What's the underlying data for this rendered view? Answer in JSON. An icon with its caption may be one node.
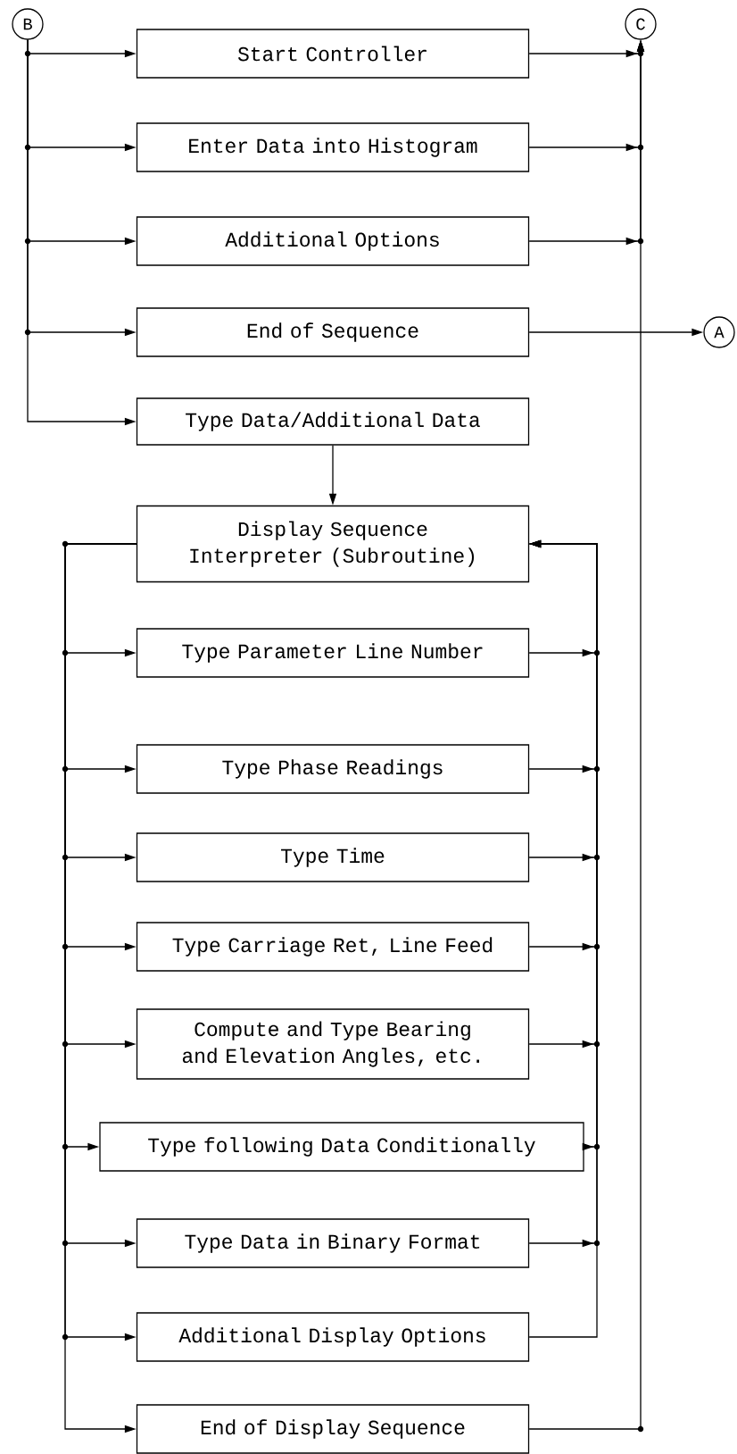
{
  "diagram": {
    "nodes": [
      {
        "text": [
          "B"
        ]
      },
      {
        "text": [
          "C"
        ]
      },
      {
        "text": [
          "A"
        ]
      },
      {
        "text": [
          "Start Controller"
        ]
      },
      {
        "text": [
          "Enter Data into Histogram"
        ]
      },
      {
        "text": [
          "Additional Options"
        ]
      },
      {
        "text": [
          "End of Sequence"
        ]
      },
      {
        "text": [
          "Type Data/Additional Data"
        ]
      },
      {
        "text": [
          "Display Sequence Interpreter (Subroutine)"
        ]
      },
      {
        "text": [
          "Type Parameter Line Number"
        ]
      },
      {
        "text": [
          "Type Phase Readings"
        ]
      },
      {
        "text": [
          "Type Time"
        ]
      },
      {
        "text": [
          "Type Carriage Ret, Line Feed"
        ]
      },
      {
        "text": [
          "Compute and Type Bearing and Elevation Angles, etc."
        ]
      },
      {
        "text": [
          "Type following Data Conditionally"
        ]
      },
      {
        "text": [
          "Type Data in Binary Format"
        ]
      },
      {
        "text": [
          "Additional Display Options"
        ]
      },
      {
        "text": [
          "End of Display Sequence"
        ]
      }
    ],
    "edges": [
      {
        "from": 0,
        "to": 3,
        "arrow": "to"
      },
      {
        "from": 0,
        "to": 4,
        "arrow": "to"
      },
      {
        "from": 0,
        "to": 5,
        "arrow": "to"
      },
      {
        "from": 0,
        "to": 6,
        "arrow": "to"
      },
      {
        "from": 0,
        "to": 7,
        "arrow": "to"
      },
      {
        "from": 3,
        "to": 1,
        "arrow": "to"
      },
      {
        "from": 4,
        "to": 1,
        "arrow": "to"
      },
      {
        "from": 5,
        "to": 1,
        "arrow": "to"
      },
      {
        "from": 6,
        "to": 2,
        "arrow": "to"
      },
      {
        "from": 7,
        "to": 8,
        "arrow": "to"
      },
      {
        "from": 8,
        "to": 9,
        "arrow": "to"
      },
      {
        "from": 8,
        "to": 10,
        "arrow": "to"
      },
      {
        "from": 8,
        "to": 11,
        "arrow": "to"
      },
      {
        "from": 8,
        "to": 12,
        "arrow": "to"
      },
      {
        "from": 8,
        "to": 13,
        "arrow": "to"
      },
      {
        "from": 8,
        "to": 14,
        "arrow": "to"
      },
      {
        "from": 8,
        "to": 15,
        "arrow": "to"
      },
      {
        "from": 8,
        "to": 16,
        "arrow": "to"
      },
      {
        "from": 8,
        "to": 17,
        "arrow": "to"
      },
      {
        "from": 9,
        "to": 8,
        "arrow": "to"
      },
      {
        "from": 10,
        "to": 8,
        "arrow": "to"
      },
      {
        "from": 11,
        "to": 8,
        "arrow": "to"
      },
      {
        "from": 12,
        "to": 8,
        "arrow": "to"
      },
      {
        "from": 13,
        "to": 8,
        "arrow": "to"
      },
      {
        "from": 14,
        "to": 8,
        "arrow": "to"
      },
      {
        "from": 15,
        "to": 8,
        "arrow": "to"
      },
      {
        "from": 16,
        "to": 8,
        "arrow": "none"
      },
      {
        "from": 17,
        "to": 1,
        "arrow": "to"
      }
    ]
  }
}
